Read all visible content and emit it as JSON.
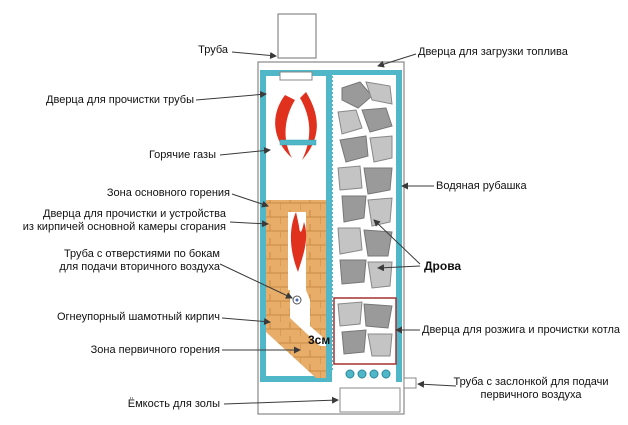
{
  "labels": {
    "pipe": "Труба",
    "fuel_door": "Дверца для загрузки топлива",
    "pipe_clean_door": "Дверца для прочистки трубы",
    "hot_gases": "Горячие газы",
    "water_jacket": "Водяная рубашка",
    "main_burn_zone": "Зона основного горения",
    "chamber_door_line1": "Дверца для прочистки и устройства",
    "chamber_door_line2": "из кирпичей основной камеры сгорания",
    "firewood": "Дрова",
    "secondary_air_line1": "Труба с отверстиями по бокам",
    "secondary_air_line2": "для подачи вторичного воздуха",
    "firebrick": "Огнеупорный шамотный кирпич",
    "ignition_door": "Дверца для розжига и прочистки котла",
    "gap": "3см",
    "primary_burn_zone": "Зона первичного горения",
    "primary_air_line1": "Труба с заслонкой для подачи",
    "primary_air_line2": "первичного воздуха",
    "ash_box": "Ёмкость для золы"
  },
  "colors": {
    "water_jacket": "#4fb7c7",
    "brick": "#e8ad68",
    "flame": "#e0301e",
    "stone": "#9a9a9a",
    "stone_light": "#c4c4c4",
    "frame": "#7a7a7a",
    "arrow": "#3a3a3a"
  }
}
